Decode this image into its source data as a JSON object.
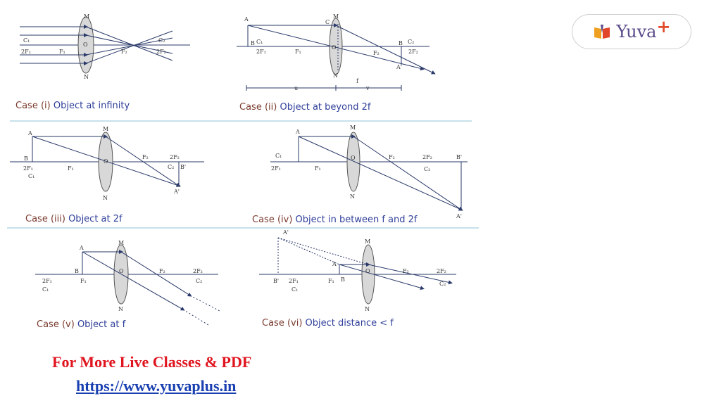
{
  "logo": {
    "word": "Yuva",
    "plus": "+"
  },
  "captions": [
    {
      "prefix": "Case (i)",
      "rest": "Object at infinity"
    },
    {
      "prefix": "Case (ii)",
      "rest": "Object at beyond 2f"
    },
    {
      "prefix": "Case (iii)",
      "rest": "Object at 2f"
    },
    {
      "prefix": "Case (iv)",
      "rest": "Object in between f and 2f"
    },
    {
      "prefix": "Case (v)",
      "rest": "Object at f"
    },
    {
      "prefix": "Case (vi)",
      "rest": "Object distance < f"
    }
  ],
  "footer": {
    "line1": "For More Live Classes & PDF",
    "link": "https://www.yuvaplus.in"
  },
  "labels": {
    "M": "M",
    "N": "N",
    "O": "O",
    "A": "A",
    "B": "B",
    "A_prime": "A'",
    "B_prime": "B'",
    "C1": "C₁",
    "C2": "C₂",
    "F1": "F₁",
    "F2": "F₂",
    "twoF1": "2F₁",
    "twoF2": "2F₂",
    "f": "f",
    "u": "u",
    "v": "v",
    "C": "C"
  },
  "colors": {
    "ray": "#2a3a6a",
    "lens": "#d8d8d8",
    "divider": "#8fc3d6",
    "caption_brown": "#7a3b2e",
    "caption_blue": "#2f3f9a",
    "footer_red": "#e0141e",
    "footer_blue": "#1a3fb0"
  }
}
